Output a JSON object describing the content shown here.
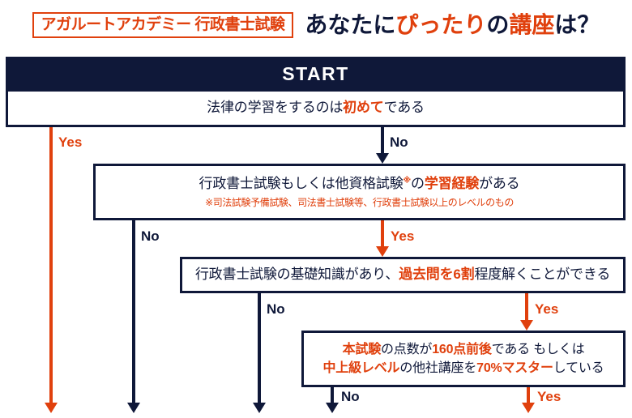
{
  "header": {
    "brand_tag": "アガルートアカデミー 行政書士試験",
    "headline_part1": "あなたに",
    "headline_part2": "ぴったり",
    "headline_part3": "の",
    "headline_part4": "講座",
    "headline_part5": "は？"
  },
  "flow": {
    "start_label": "START",
    "q1": {
      "text_a": "法律の学習をするのは",
      "text_b": "初めて",
      "text_c": "である"
    },
    "q2": {
      "text_a": "行政書士試験もしくは他資格試験",
      "marker": "※",
      "text_b": "の",
      "text_c": "学習経験",
      "text_d": "がある",
      "note": "※司法試験予備試験、司法書士試験等、行政書士試験以上のレベルのもの"
    },
    "q3": {
      "text_a": "行政書士試験の基礎知識があり、",
      "text_b": "過去問を6割",
      "text_c": "程度解くことができる"
    },
    "q4": {
      "line1_a": "本試験",
      "line1_b": "の点数が",
      "line1_c": "160点前後",
      "line1_d": "である もしくは",
      "line2_a": "中上級レベル",
      "line2_b": "の他社講座を",
      "line2_c": "70%マスター",
      "line2_d": "している"
    },
    "labels": {
      "yes": "Yes",
      "no": "No"
    }
  },
  "colors": {
    "navy": "#0f1839",
    "orange": "#e0400d",
    "background": "#ffffff"
  }
}
